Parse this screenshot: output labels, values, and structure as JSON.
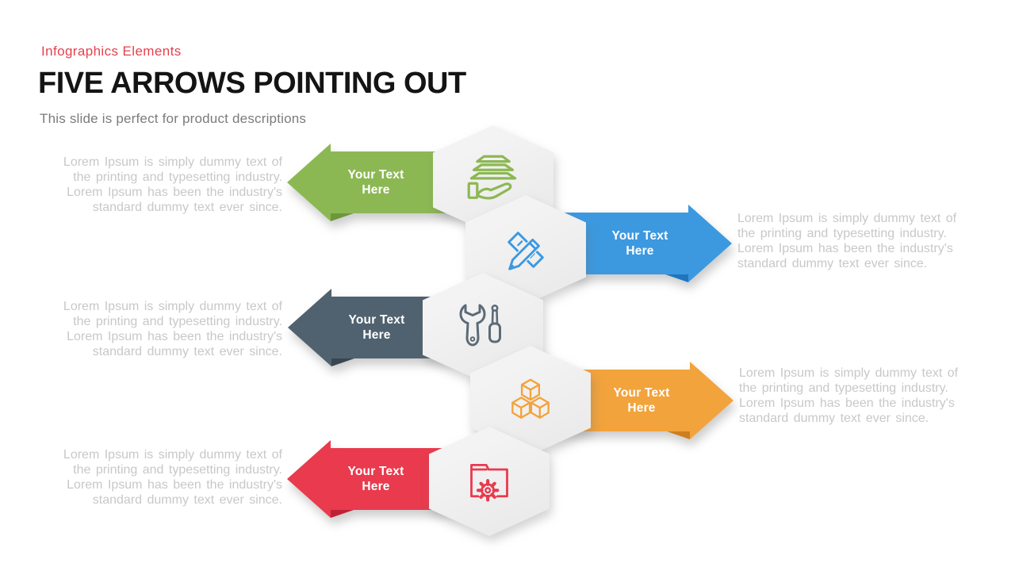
{
  "header": {
    "eyebrow": "Infographics Elements",
    "eyebrow_color": "#e6404d",
    "title": "FIVE ARROWS POINTING OUT",
    "subtitle": "This slide is perfect for product descriptions"
  },
  "palette": {
    "hexagon_fill": "#f1f0f0",
    "lorem_text": "#c8c8c8",
    "title_text": "#141414",
    "subtitle_text": "#7b7b7b"
  },
  "diagram": {
    "rows": [
      {
        "label": "Your Text\nHere",
        "direction": "left",
        "arrow_color": "#8cb854",
        "fold_color": "#6e963c",
        "icon": "hand-layers-icon",
        "icon_color": "#8cb854",
        "description": "Lorem Ipsum is simply dummy text of\nthe printing and typesetting industry.\nLorem Ipsum has been the industry's\nstandard dummy text ever since."
      },
      {
        "label": "Your Text\nHere",
        "direction": "right",
        "arrow_color": "#3c99e0",
        "fold_color": "#1e76be",
        "icon": "pencil-ruler-icon",
        "icon_color": "#3c99e0",
        "description": "Lorem Ipsum is simply dummy text of\nthe printing and typesetting industry.\nLorem Ipsum has been the industry's\nstandard dummy text ever since."
      },
      {
        "label": "Your Text\nHere",
        "direction": "left",
        "arrow_color": "#50626f",
        "fold_color": "#374650",
        "icon": "tools-icon",
        "icon_color": "#5b6b77",
        "description": "Lorem Ipsum is simply dummy text of\nthe printing and typesetting industry.\nLorem Ipsum has been the industry's\nstandard dummy text ever since."
      },
      {
        "label": "Your Text\nHere",
        "direction": "right",
        "arrow_color": "#f2a33c",
        "fold_color": "#cd7f1f",
        "icon": "cubes-icon",
        "icon_color": "#f2a33c",
        "description": "Lorem Ipsum is simply dummy text of\nthe printing and typesetting industry.\nLorem Ipsum has been the industry's\nstandard dummy text ever since."
      },
      {
        "label": "Your Text\nHere",
        "direction": "left",
        "arrow_color": "#e93a4e",
        "fold_color": "#be2135",
        "icon": "folder-gear-icon",
        "icon_color": "#e93a4e",
        "description": "Lorem Ipsum is simply dummy text of\nthe printing and typesetting industry.\nLorem Ipsum has been the industry's\nstandard dummy text ever since."
      }
    ]
  }
}
